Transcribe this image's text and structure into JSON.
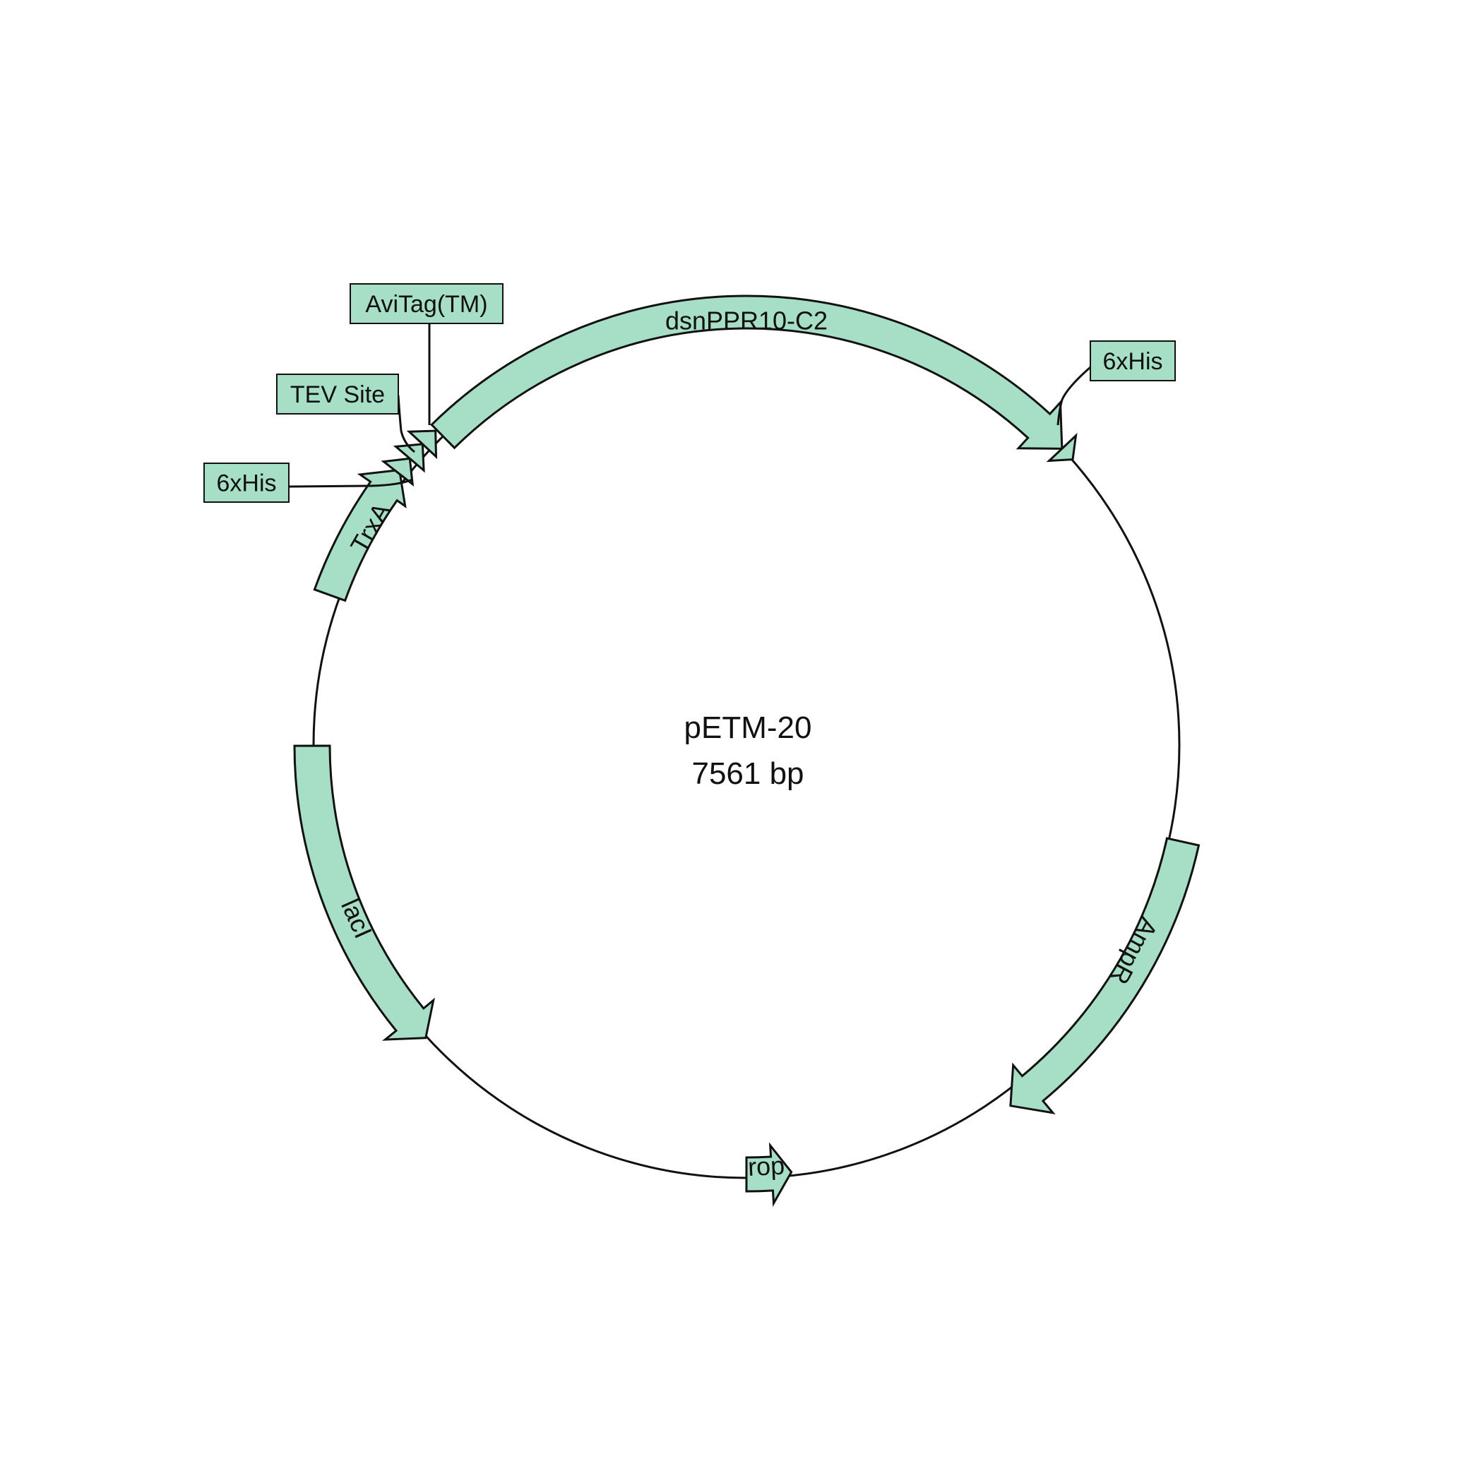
{
  "plasmid": {
    "name": "pETM-20",
    "size": "7561 bp"
  },
  "colors": {
    "feature_fill": "#a6dfc6",
    "stroke": "#111111",
    "background": "#ffffff"
  },
  "features": [
    {
      "id": "dsnppr10",
      "label": "dsnPPR10-C2",
      "direction": "forward",
      "label_mode": "on-arc"
    },
    {
      "id": "ampr",
      "label": "AmpR",
      "direction": "forward",
      "label_mode": "on-arc"
    },
    {
      "id": "rop",
      "label": "rop",
      "direction": "reverse",
      "label_mode": "on-arc"
    },
    {
      "id": "laci",
      "label": "lacI",
      "direction": "reverse",
      "label_mode": "on-arc"
    },
    {
      "id": "trxa",
      "label": "TrxA",
      "direction": "forward",
      "label_mode": "on-arc"
    },
    {
      "id": "his-left",
      "label": "6xHis",
      "direction": "forward",
      "label_mode": "callout"
    },
    {
      "id": "tev",
      "label": "TEV Site",
      "direction": "forward",
      "label_mode": "callout"
    },
    {
      "id": "avitag",
      "label": "AviTag(TM)",
      "direction": "forward",
      "label_mode": "callout"
    },
    {
      "id": "his-right",
      "label": "6xHis",
      "direction": "forward",
      "label_mode": "callout"
    }
  ]
}
